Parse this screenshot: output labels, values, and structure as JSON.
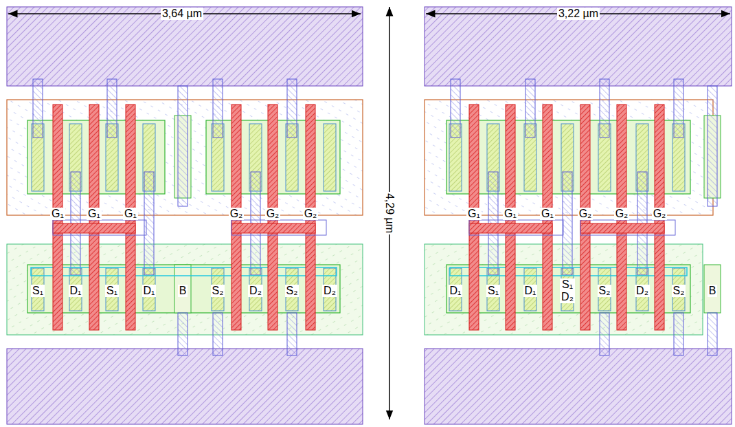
{
  "diagram": {
    "labels": [
      "3,64 µm",
      "4,29 µm",
      "3,22 µm",
      "G₁",
      "G₁",
      "G₁",
      "G₂",
      "G₂",
      "G₂",
      "S₁",
      "D₁",
      "S₁",
      "D₁",
      "B",
      "S₂",
      "D₂",
      "S₂",
      "D₂",
      "G₁",
      "G₁",
      "G₁",
      "G₂",
      "G₂",
      "G₂",
      "D₁",
      "S₁",
      "D₁",
      "S₁ D₂",
      "S₂",
      "D₂",
      "S₂",
      "B"
    ]
  }
}
